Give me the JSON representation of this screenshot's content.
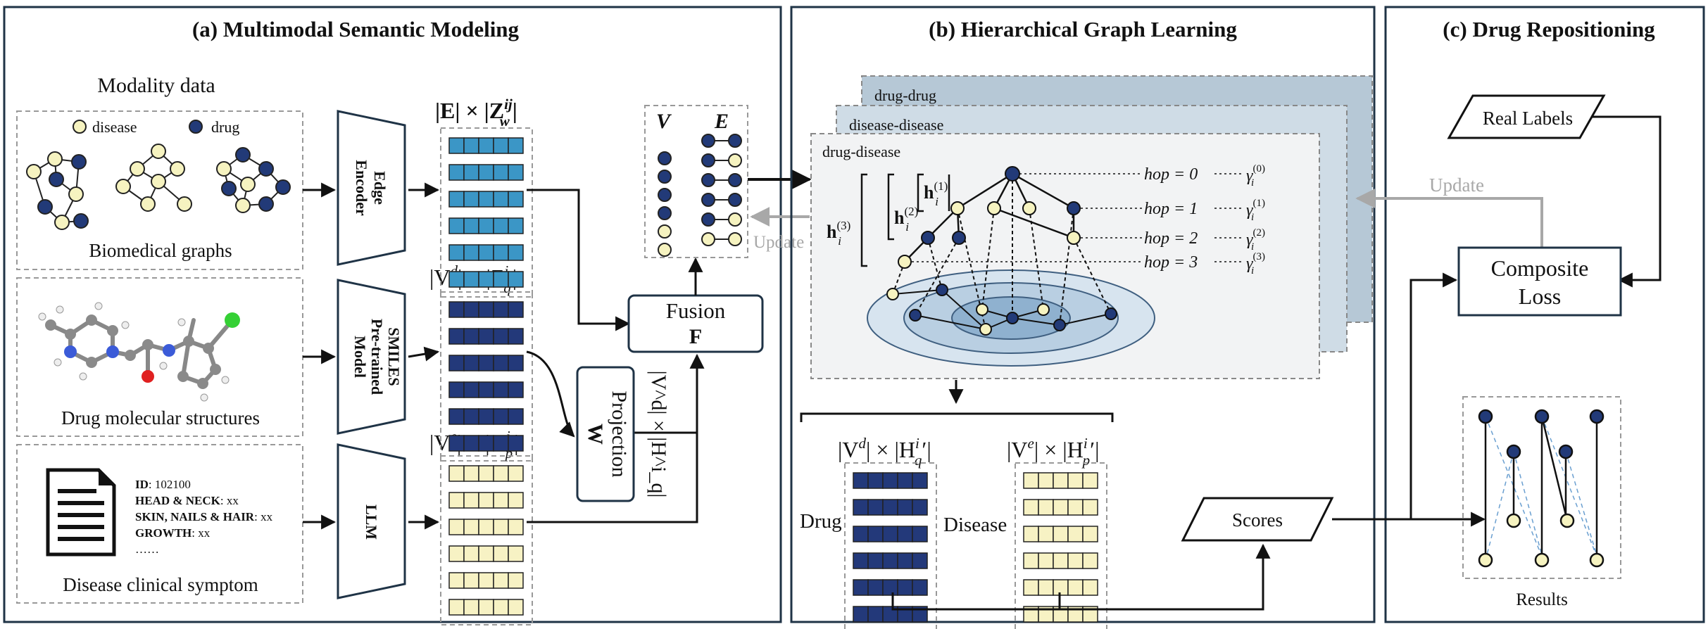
{
  "colors": {
    "panel_border": "#1f3346",
    "drug_node": "#223a78",
    "disease_node": "#f6f3c0",
    "edge_bar": "#3b96c6",
    "drug_bar": "#23397a",
    "disease_bar": "#f7f2c4",
    "update_gray": "#a8a8a8",
    "layer_back": "#b6c8d6",
    "layer_mid": "#cfdce6",
    "layer_front": "#f2f3f4"
  },
  "panel_a": {
    "title": "(a) Multimodal Semantic Modeling",
    "modality_heading": "Modality data",
    "legend_disease": "disease",
    "legend_drug": "drug",
    "biomedical_caption": "Biomedical graphs",
    "molecular_caption": "Drug molecular structures",
    "symptom_caption": "Disease clinical symptom",
    "symptom_lines": [
      {
        "key": "ID",
        "value": ": 102100"
      },
      {
        "key": "HEAD & NECK",
        "value": ": xx"
      },
      {
        "key": "SKIN, NAILS & HAIR",
        "value": ": xx"
      },
      {
        "key": "GROWTH",
        "value": ": xx"
      },
      {
        "key": "",
        "value": "……"
      }
    ],
    "edge_encoder": [
      "Edge",
      "Encoder"
    ],
    "smiles_model": [
      "SMILES",
      "Pre-trained",
      "Model"
    ],
    "llm": "LLM",
    "edge_matrix_label": "|E| × |Z",
    "edge_matrix_sup": "ij",
    "edge_matrix_sub": "w",
    "drug_matrix_label": "|V",
    "drug_matrix_sup": "d",
    "drug_matrix_mid": "| × |Z",
    "drug_matrix_sup2": "i",
    "drug_matrix_sub2": "q",
    "dis_matrix_label": "|V",
    "dis_matrix_sup": "e",
    "dis_matrix_mid": "| × |H",
    "dis_matrix_sup2": "i",
    "dis_matrix_sub2": "p",
    "projection": "Projection",
    "projection_symbol": "W",
    "projection_side": "|V^d| × |H^i_q|",
    "fusion": "Fusion",
    "fusion_symbol": "F",
    "v_label": "V",
    "e_label": "E",
    "update_label": "Update"
  },
  "panel_b": {
    "title": "(b) Hierarchical Graph Learning",
    "layer_back": "drug-drug",
    "layer_mid": "disease-disease",
    "layer_front": "drug-disease",
    "hops": [
      {
        "text": "hop = 0",
        "gamma_sup": "(0)"
      },
      {
        "text": "hop = 1",
        "gamma_sup": "(1)"
      },
      {
        "text": "hop = 2",
        "gamma_sup": "(2)"
      },
      {
        "text": "hop = 3",
        "gamma_sup": "(3)"
      }
    ],
    "h_labels": [
      {
        "sup": "(1)"
      },
      {
        "sup": "(2)"
      },
      {
        "sup": "(3)"
      }
    ],
    "drug_label": "Drug",
    "disease_label": "Disease",
    "drug_out_label": "|V",
    "drug_out_sup": "d",
    "drug_out_mid": "| × |H",
    "drug_out_sup2": "i",
    "drug_out_sub2": "q",
    "dis_out_label": "|V",
    "dis_out_sup": "e",
    "dis_out_mid": "| × |H",
    "dis_out_sup2": "i",
    "dis_out_sub2": "p",
    "scores": "Scores"
  },
  "panel_c": {
    "title": "(c) Drug Repositioning",
    "real_labels": "Real Labels",
    "update": "Update",
    "loss_line1": "Composite",
    "loss_line2": "Loss",
    "results": "Results"
  }
}
